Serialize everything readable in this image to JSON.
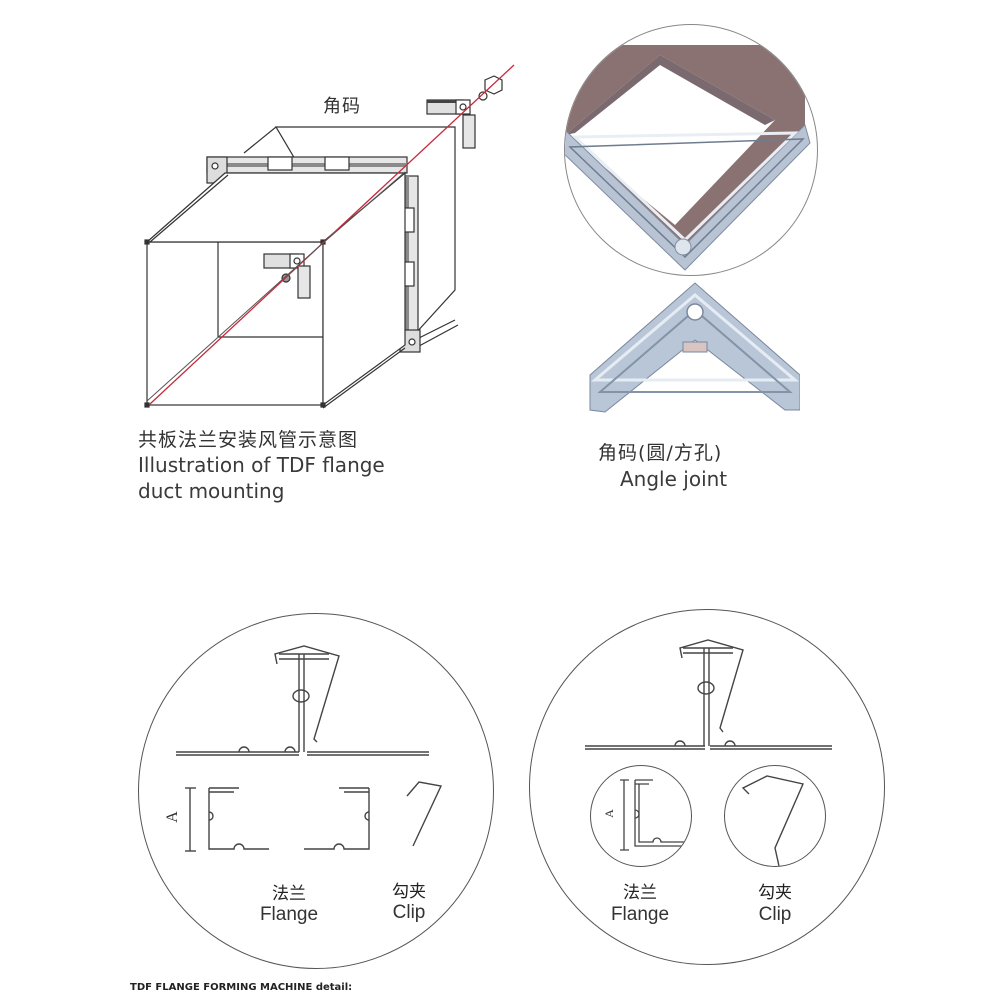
{
  "duct_illustration": {
    "corner_label": "角码",
    "caption_cn": "共板法兰安装风管示意图",
    "caption_en_line1": "Illustration of TDF flange",
    "caption_en_line2": "duct mounting",
    "accent_color": "#c8283a"
  },
  "angle_joint": {
    "caption_cn": "角码(圆/方孔)",
    "caption_en": "Angle joint"
  },
  "section_left": {
    "dimension_label": "A",
    "flange_cn": "法兰",
    "flange_en": "Flange",
    "clip_cn": "勾夹",
    "clip_en": "Clip"
  },
  "section_right": {
    "dimension_label": "A",
    "flange_cn": "法兰",
    "flange_en": "Flange",
    "clip_cn": "勾夹",
    "clip_en": "Clip"
  },
  "footer": {
    "title": "TDF FLANGE FORMING MACHINE detail:"
  }
}
